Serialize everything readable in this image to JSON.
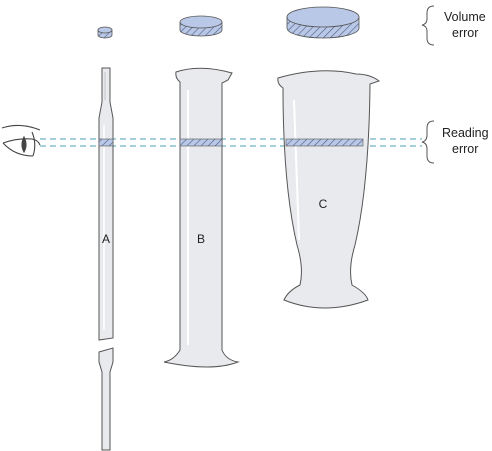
{
  "labels": {
    "volume_error": [
      "Volume",
      "error"
    ],
    "reading_error": [
      "Reading",
      "error"
    ],
    "vessel_a": "A",
    "vessel_b": "B",
    "vessel_c": "C"
  },
  "colors": {
    "outline": "#555555",
    "glass_fill": "#e9eaee",
    "disc_fill": "#b9c8e6",
    "hatch": "#4a5a80",
    "dashed_line": "#4b9fb3"
  }
}
